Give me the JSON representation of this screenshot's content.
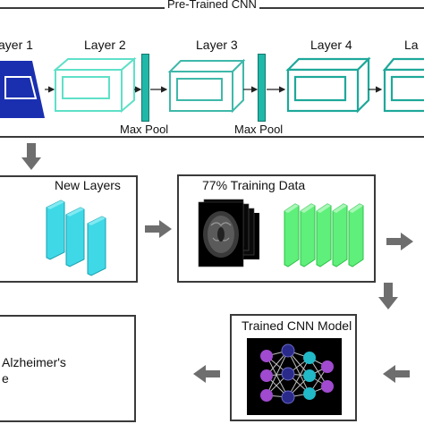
{
  "top": {
    "title": "Pre-Trained CNN",
    "layers": [
      "ayer 1",
      "Layer 2",
      "Layer 3",
      "Layer 4",
      "La"
    ],
    "pool_labels": [
      "Max Pool",
      "Max Pool"
    ]
  },
  "new_layers": {
    "title": "New Layers"
  },
  "training": {
    "title": "77% Training Data"
  },
  "trained": {
    "title": "Trained CNN Model"
  },
  "output": {
    "line1": "Alzheimer's",
    "line2": "e"
  },
  "colors": {
    "layer1_fill": "#1a2fb0",
    "layer_outline": "#5fe0c8",
    "teal_bar": "#20b8a8",
    "cyan_block": "#3fd8e6",
    "green_block": "#5ef07a",
    "arrow_gray": "#6e6e6e",
    "node_purple": "#a04ad0",
    "node_cyan": "#21b8c8"
  }
}
